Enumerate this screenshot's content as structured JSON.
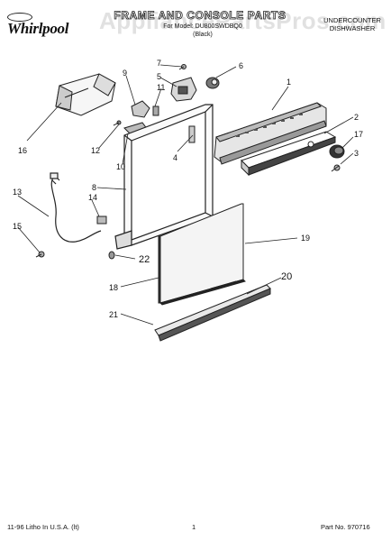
{
  "header": {
    "brand": "Whirlpool",
    "title": "FRAME AND CONSOLE PARTS",
    "subtitle": "For Model: DU800SWDBQ0",
    "subtitle2": "(Black)",
    "dishwasher_type_line1": "UNDERCOUNTER",
    "dishwasher_type_line2": "DISHWASHER",
    "watermark": "AppliancePartsPros.com"
  },
  "callouts": [
    "1",
    "2",
    "3",
    "4",
    "5",
    "6",
    "7",
    "8",
    "9",
    "10",
    "11",
    "12",
    "13",
    "14",
    "15",
    "16",
    "17",
    "18",
    "19",
    "20",
    "21",
    "22"
  ],
  "footer": {
    "litho": "11-96 Litho In U.S.A. (lt)",
    "page": "1",
    "part_no": "Part No. 970716"
  }
}
